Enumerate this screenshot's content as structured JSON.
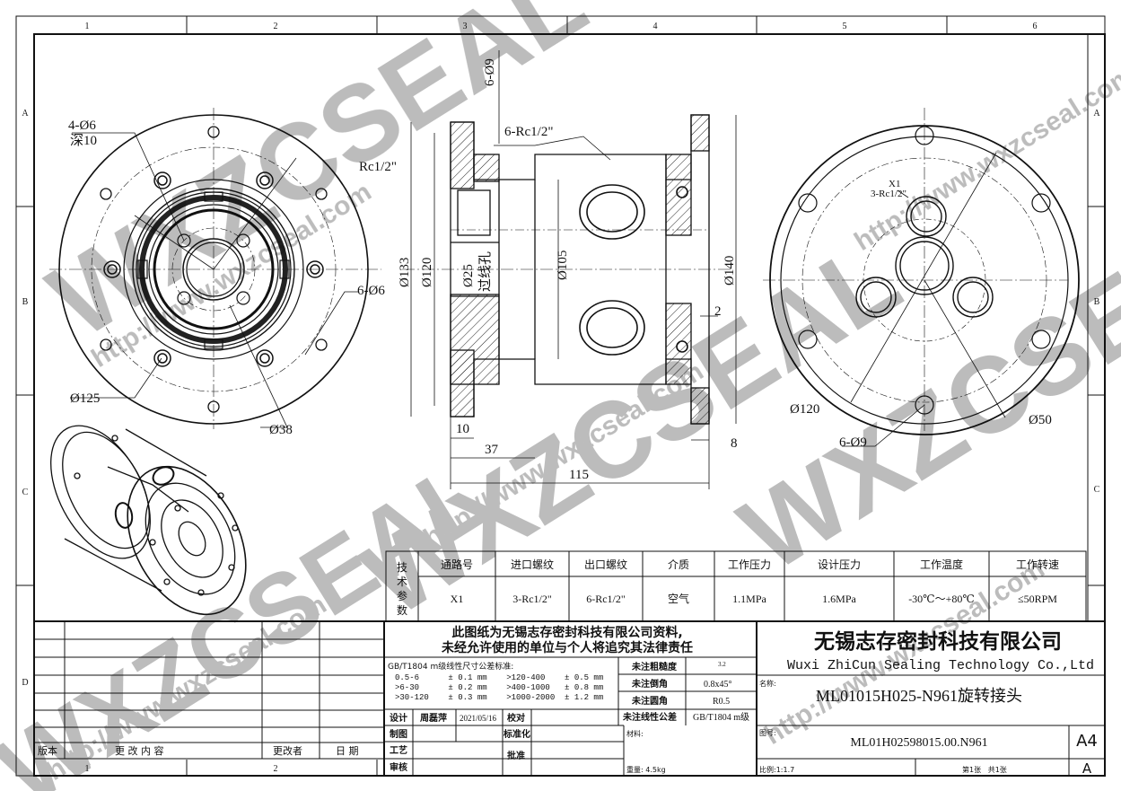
{
  "zones": {
    "columns": [
      "1",
      "2",
      "3",
      "4",
      "5",
      "6"
    ],
    "rows": [
      "A",
      "B",
      "C",
      "D"
    ]
  },
  "front_view": {
    "holes_label_1": "4-Ø6",
    "holes_label_2": "深10",
    "thread": "Rc1/2\"",
    "bolt_holes": "6-Ø6",
    "dia_outer": "Ø125",
    "dia_bore": "Ø38"
  },
  "section_view": {
    "top_holes": "6-Ø9",
    "port_thread": "6-Rc1/2\"",
    "d133": "Ø133",
    "d120": "Ø120",
    "d25": "Ø25",
    "thru": "过线孔",
    "d105": "Ø105",
    "d140": "Ø140",
    "dim2": "2",
    "dim10": "10",
    "dim37": "37",
    "dim8": "8",
    "dim115": "115"
  },
  "end_view": {
    "x1": "X1",
    "x1_thread": "3-Rc1/2\"",
    "d120": "Ø120",
    "d50": "Ø50",
    "holes": "6-Ø9"
  },
  "params": {
    "side_label": "技术参数",
    "headers": [
      "通路号",
      "进口螺纹",
      "出口螺纹",
      "介质",
      "工作压力",
      "设计压力",
      "工作温度",
      "工作转速"
    ],
    "values": [
      "X1",
      "3-Rc1/2\"",
      "6-Rc1/2\"",
      "空气",
      "1.1MPa",
      "1.6MPa",
      "-30℃～+80℃",
      "≤50RPM"
    ]
  },
  "revision": {
    "col_version": "版本",
    "col_content": "更 改 内 容",
    "col_changer": "更改者",
    "col_date": "日 期"
  },
  "notice": {
    "line1": "此图纸为无锡志存密封科技有限公司资料,",
    "line2": "未经允许使用的单位与个人将追究其法律责任"
  },
  "tolerance": {
    "title": "GB/T1804 m级线性尺寸公差标准:",
    "rows": [
      "0.5-6      ± 0.1 mm    >120-400    ± 0.5 mm",
      ">6-30      ± 0.2 mm    >400-1000   ± 0.8 mm",
      ">30-120    ± 0.3 mm    >1000-2000  ± 1.2 mm"
    ]
  },
  "specs": {
    "roughness_label": "未注粗糙度",
    "roughness_value": "3.2",
    "chamfer_label": "未注倒角",
    "chamfer_value": "0.8x45°",
    "fillet_label": "未注圆角",
    "fillet_value": "R0.5",
    "linear_label": "未注线性公差",
    "linear_value": "GB/T1804 m级",
    "material_label": "材料:",
    "weight": "重量: 4.5kg"
  },
  "approval": {
    "design_label": "设计",
    "designer": "周磊萍",
    "date": "2021/05/16",
    "check_label": "校对",
    "draw_label": "制图",
    "std_label": "标准化",
    "process_label": "工艺",
    "approve_label": "批准",
    "review_label": "审核"
  },
  "company": {
    "cn": "无锡志存密封科技有限公司",
    "en": "Wuxi ZhiCun Sealing Technology Co.,Ltd"
  },
  "title_block": {
    "name_label": "名称:",
    "part_name": "ML01015H025-N961旋转接头",
    "drawing_no_label": "图号:",
    "drawing_no": "ML01H02598015.00.N961",
    "paper_size": "A4",
    "zone_letter": "A",
    "scale": "比例:1:1.7",
    "sheets": "第1张   共1张"
  },
  "watermark": {
    "brand": "WXZCSEAL",
    "url": "http://www.wxzcseal.com"
  }
}
